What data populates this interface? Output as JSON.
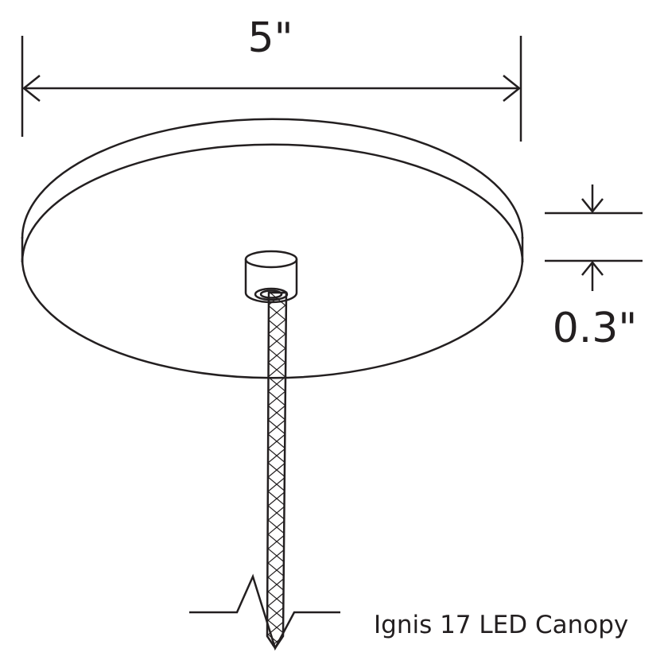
{
  "dimensions": {
    "width_label": "5\"",
    "height_label": "0.3\""
  },
  "caption": "Ignis 17 LED Canopy",
  "colors": {
    "stroke": "#231f20",
    "background": "#ffffff"
  }
}
